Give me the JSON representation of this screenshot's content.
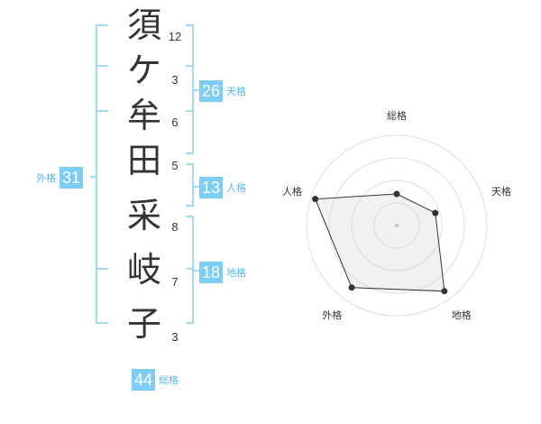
{
  "name": {
    "characters": [
      "須",
      "ケ",
      "牟",
      "田",
      "采",
      "岐",
      "子"
    ],
    "strokes": [
      "12",
      "3",
      "6",
      "5",
      "8",
      "7",
      "3"
    ]
  },
  "fortunes": {
    "tenkaku": {
      "label": "天格",
      "value": "26"
    },
    "jinkaku": {
      "label": "人格",
      "value": "13"
    },
    "chikaku": {
      "label": "地格",
      "value": "18"
    },
    "gaikaku": {
      "label": "外格",
      "value": "31"
    },
    "soukaku": {
      "label": "総格",
      "value": "44"
    }
  },
  "radar": {
    "axes": [
      "総格",
      "天格",
      "地格",
      "外格",
      "人格"
    ],
    "values": [
      0.35,
      0.45,
      0.9,
      0.85,
      0.95
    ]
  },
  "colors": {
    "accent": "#7dcdf5",
    "label": "#58b8e8",
    "text": "#333333"
  }
}
